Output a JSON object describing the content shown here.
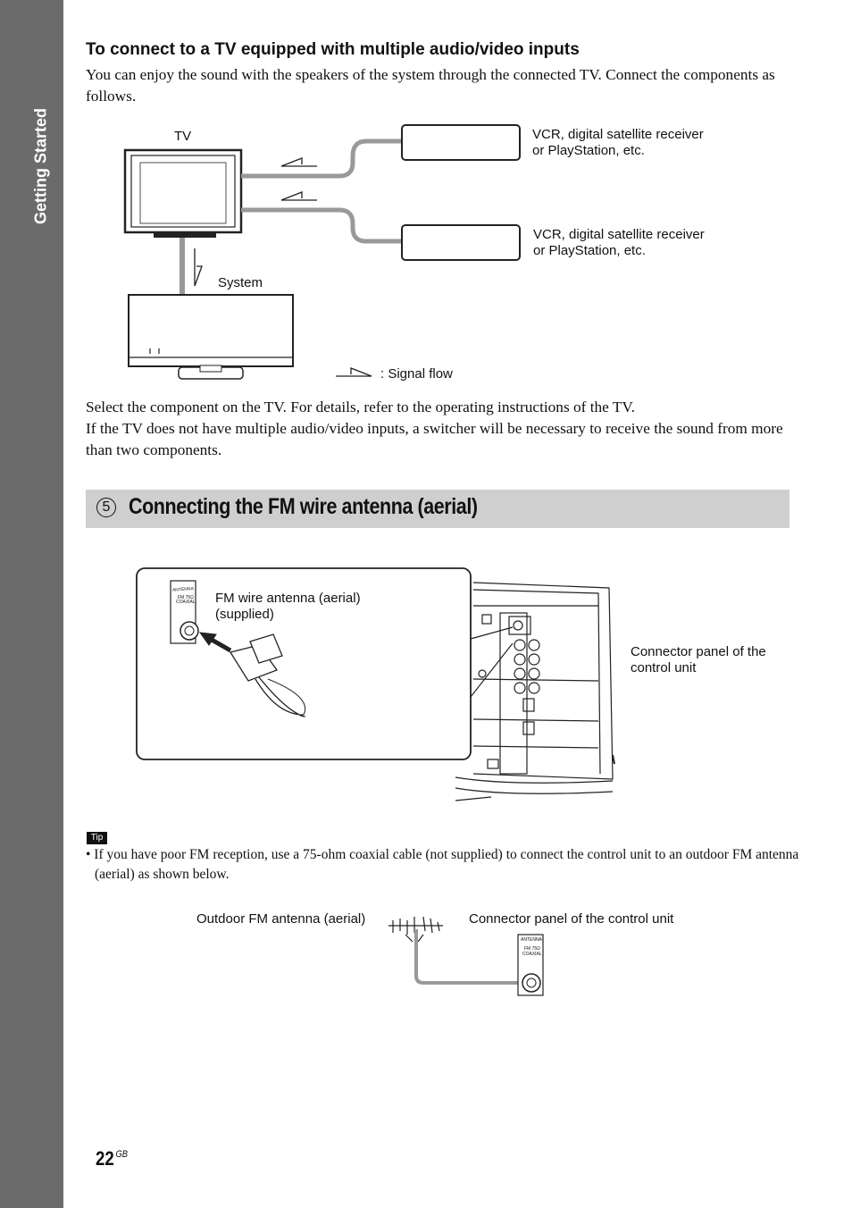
{
  "sidebar": {
    "section_label": "Getting Started"
  },
  "tv_section": {
    "heading": "To connect to a TV equipped with multiple audio/video inputs",
    "intro": "You can enjoy the sound with the speakers of the system through the connected TV. Connect the components as follows.",
    "diagram": {
      "tv_label": "TV",
      "system_label": "System",
      "component_1_label_line1": "VCR, digital satellite receiver",
      "component_1_label_line2": "or PlayStation, etc.",
      "component_2_label_line1": "VCR, digital satellite receiver",
      "component_2_label_line2": "or PlayStation, etc.",
      "signal_flow_label": ": Signal flow"
    },
    "after_line1": "Select the component on the TV. For details, refer to the operating instructions of the TV.",
    "after_line2": "If the TV does not have multiple audio/video inputs, a switcher will be necessary to receive the sound from more than two components."
  },
  "fm_section": {
    "number": "5",
    "title": "Connecting the FM wire antenna (aerial)",
    "diagram": {
      "antenna_label_line1": "FM wire antenna (aerial)",
      "antenna_label_line2": "(supplied)",
      "connector_label_line1": "Connector panel of the",
      "connector_label_line2": "control unit",
      "jack_text_1": "ANTENNA",
      "jack_text_2": "FM 75Ω",
      "jack_text_3": "COAXIAL"
    }
  },
  "tip": {
    "badge": "Tip",
    "text": "• If you have poor FM reception, use a 75-ohm coaxial cable (not supplied) to connect the control unit to an outdoor FM antenna (aerial) as shown below.",
    "diagram": {
      "outdoor_label": "Outdoor FM antenna (aerial)",
      "connector_label": "Connector panel of the control unit",
      "jack_text_1": "ANTENNA",
      "jack_text_2": "FM 75Ω",
      "jack_text_3": "COAXIAL"
    }
  },
  "footer": {
    "page_number": "22",
    "page_suffix": "GB"
  }
}
